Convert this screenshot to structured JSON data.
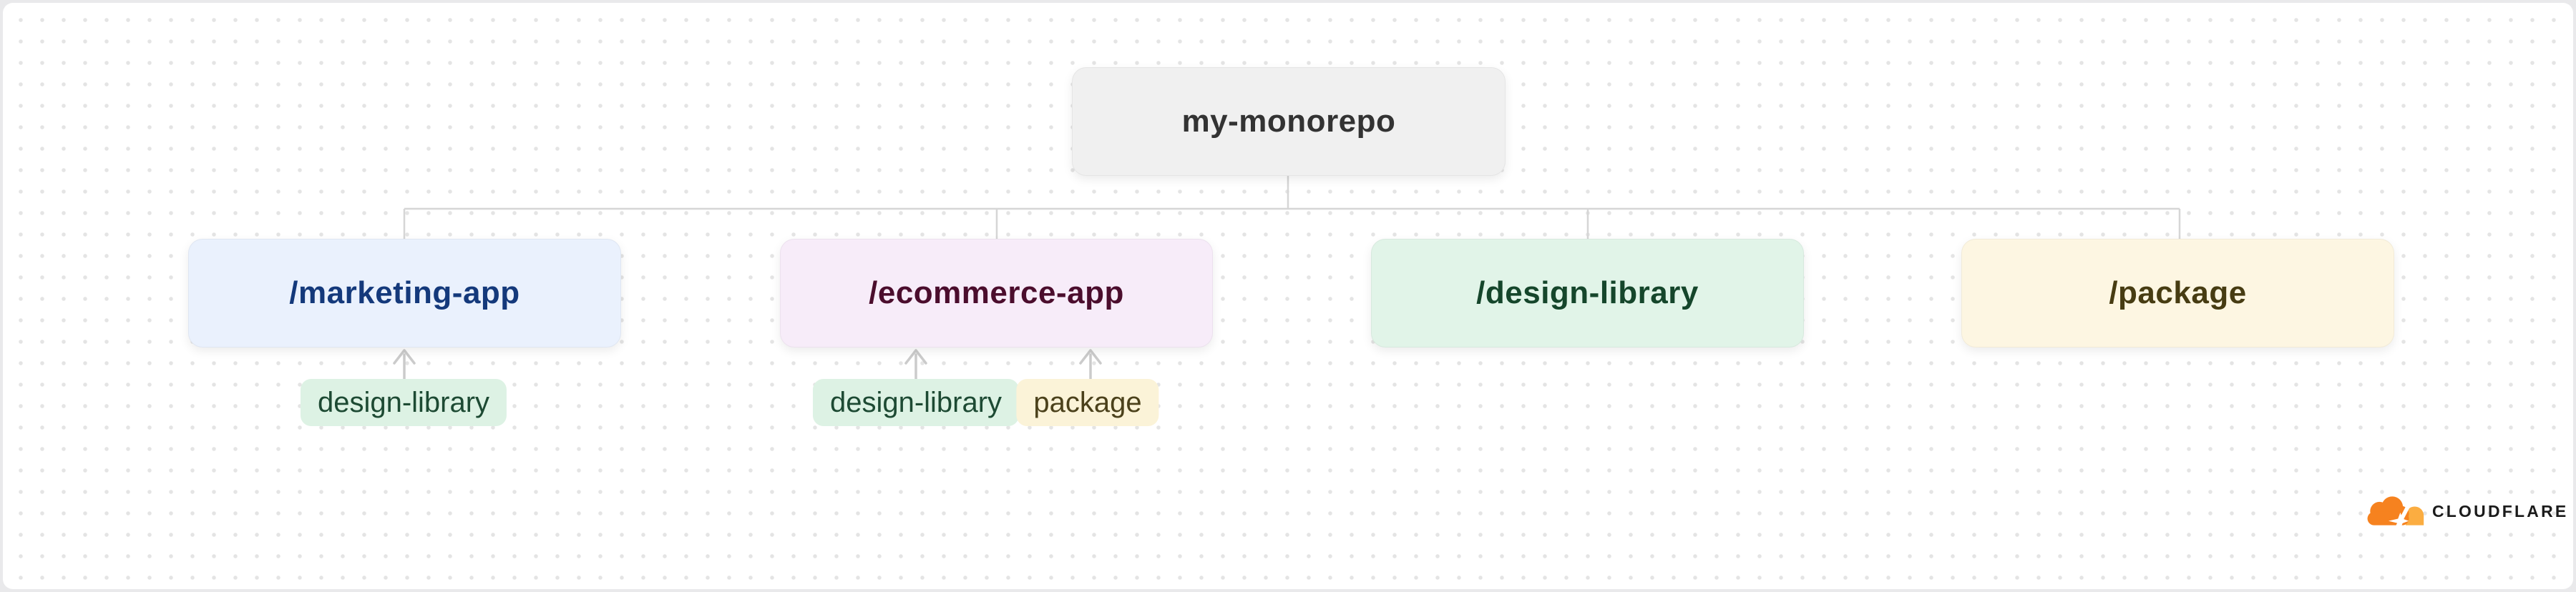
{
  "diagram": {
    "title_node": "my-monorepo",
    "root": {
      "label": "my-monorepo",
      "bg": "#f0f0f0",
      "text_color": "#333333"
    },
    "children": [
      {
        "label": "/marketing-app",
        "bg": "#eaf1fd",
        "text_color": "#14397b",
        "dependencies": [
          "design-library"
        ]
      },
      {
        "label": "/ecommerce-app",
        "bg": "#f7ecf9",
        "text_color": "#4b0d2d",
        "dependencies": [
          "design-library",
          "package"
        ]
      },
      {
        "label": "/design-library",
        "bg": "#e1f4e8",
        "text_color": "#15462b",
        "dependencies": []
      },
      {
        "label": "/package",
        "bg": "#fdf6e2",
        "text_color": "#473c12",
        "dependencies": []
      }
    ],
    "tag_styles": {
      "design_library": {
        "bg": "#ddf2e4",
        "text_color": "#1d4a33"
      },
      "package": {
        "bg": "#fbf3d8",
        "text_color": "#4b411b"
      }
    },
    "connector_color": "#d6d6d6",
    "arrow_color": "#cbcbcb"
  },
  "canvas": {
    "background": "#ffffff",
    "dot_color": "#e4e4e4",
    "frame_color": "#e9e9eb"
  },
  "branding": {
    "logo_text": "CLOUDFLARE",
    "logo_color_primary": "#f6821f",
    "logo_color_secondary": "#fbad41",
    "logo_text_color": "#1b1b1b"
  }
}
